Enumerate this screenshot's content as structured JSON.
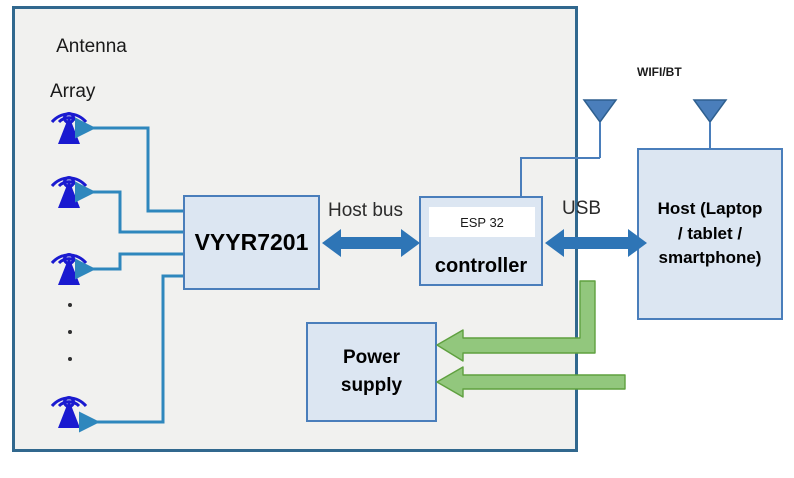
{
  "diagram": {
    "enclosure": {
      "name": "system-enclosure"
    },
    "labels": {
      "antenna_array_line1": "Antenna",
      "antenna_array_line2": "Array",
      "host_bus": "Host bus",
      "usb": "USB",
      "wifi_bt": "WIFI/BT"
    },
    "blocks": {
      "radar": {
        "label": "VYYR7201"
      },
      "controller": {
        "sub_label": "ESP 32",
        "label": "controller"
      },
      "host": {
        "line1": "Host (Laptop",
        "line2": "/ tablet /",
        "line3": "smartphone)"
      },
      "power": {
        "line1": "Power",
        "line2": "supply"
      }
    },
    "icons": {
      "antenna_1": "antenna-tower-icon",
      "antenna_2": "antenna-tower-icon",
      "antenna_3": "antenna-tower-icon",
      "antenna_4": "antenna-tower-icon",
      "wifi_antenna_left": "triangle-antenna-icon",
      "wifi_antenna_right": "triangle-antenna-icon",
      "ellipsis": "vertical-ellipsis-icon"
    },
    "colors": {
      "enclosure_border": "#31688e",
      "enclosure_fill": "#f1f1ef",
      "block_fill": "#dce6f2",
      "block_border": "#4a7ebb",
      "antenna_blue": "#1a1ad0",
      "wire_blue": "#2e87bd",
      "arrow_blue": "#2e75b6",
      "arrow_green": "#92c77d",
      "arrow_green_border": "#5fa03f",
      "triangle_fill": "#4a7ebb"
    }
  }
}
